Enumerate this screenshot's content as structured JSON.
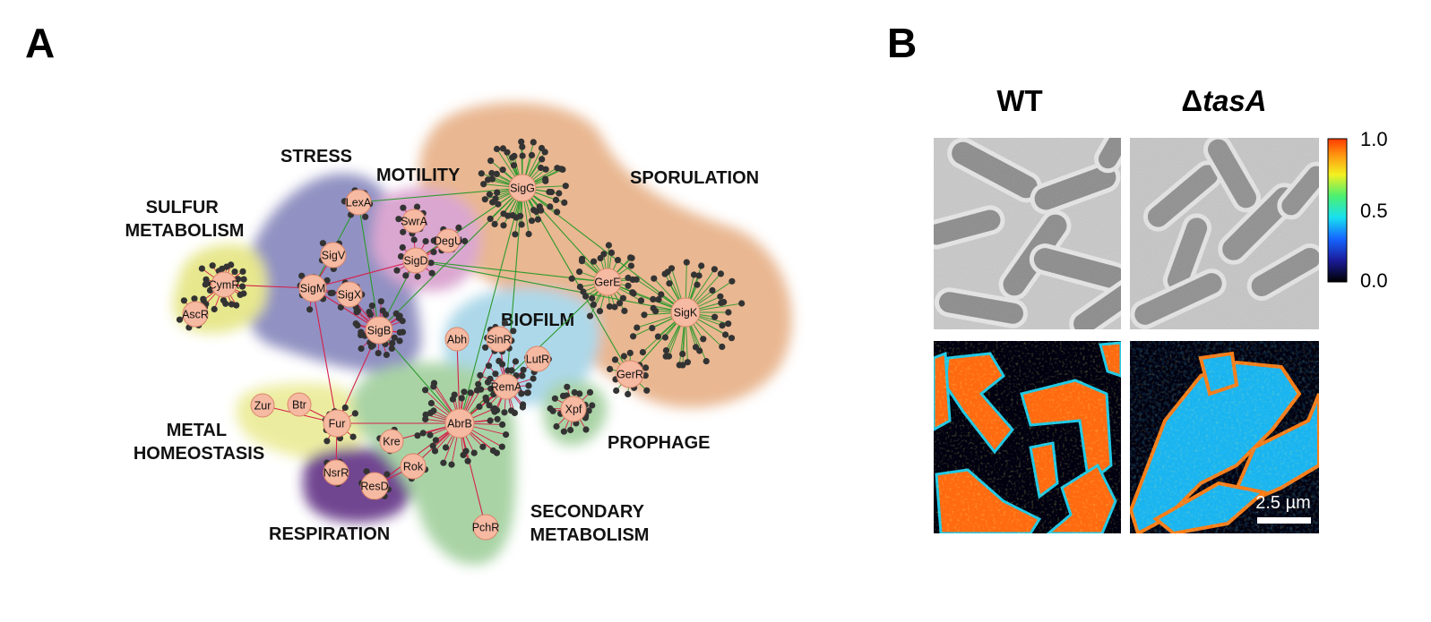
{
  "panels": {
    "a_label": "A",
    "b_label": "B"
  },
  "regions": [
    {
      "id": "sporulation",
      "label": "SPORULATION",
      "color": "#e8b48c"
    },
    {
      "id": "stress",
      "label": "STRESS",
      "color": "#8c8cc0"
    },
    {
      "id": "motility",
      "label": "MOTILITY",
      "color": "#d9a3cf"
    },
    {
      "id": "sulfur",
      "label": "SULFUR\nMETABOLISM",
      "color": "#e6e688"
    },
    {
      "id": "biofilm",
      "label": "BIOFILM",
      "color": "#a9d6e8"
    },
    {
      "id": "metal",
      "label": "METAL\nHOMEOSTASIS",
      "color": "#ecec9c"
    },
    {
      "id": "respiration",
      "label": "RESPIRATION",
      "color": "#6a3c8c"
    },
    {
      "id": "secondary",
      "label": "SECONDARY\nMETABOLISM",
      "color": "#a5d1a1"
    },
    {
      "id": "prophage",
      "label": "PROPHAGE",
      "color": "#a5d1a1"
    }
  ],
  "hubs": [
    "SigG",
    "LexA",
    "SwrA",
    "DegU",
    "SigD",
    "SigV",
    "SigM",
    "SigX",
    "SigB",
    "CymR",
    "AscR",
    "GerE",
    "SigK",
    "GerR",
    "Abh",
    "SinR",
    "LutR",
    "RemA",
    "Zur",
    "Btr",
    "Fur",
    "Kre",
    "AbrB",
    "Xpf",
    "NsrR",
    "ResD",
    "Rok",
    "PchR"
  ],
  "edge_colors": {
    "activation": "#2e9a2e",
    "repression": "#d6204a"
  },
  "panel_b": {
    "columns": [
      "WT",
      "ΔtasA"
    ],
    "colorbar": {
      "max": "1.0",
      "mid": "0.5",
      "min": "0.0"
    },
    "scale_bar": "2.5 µm"
  }
}
